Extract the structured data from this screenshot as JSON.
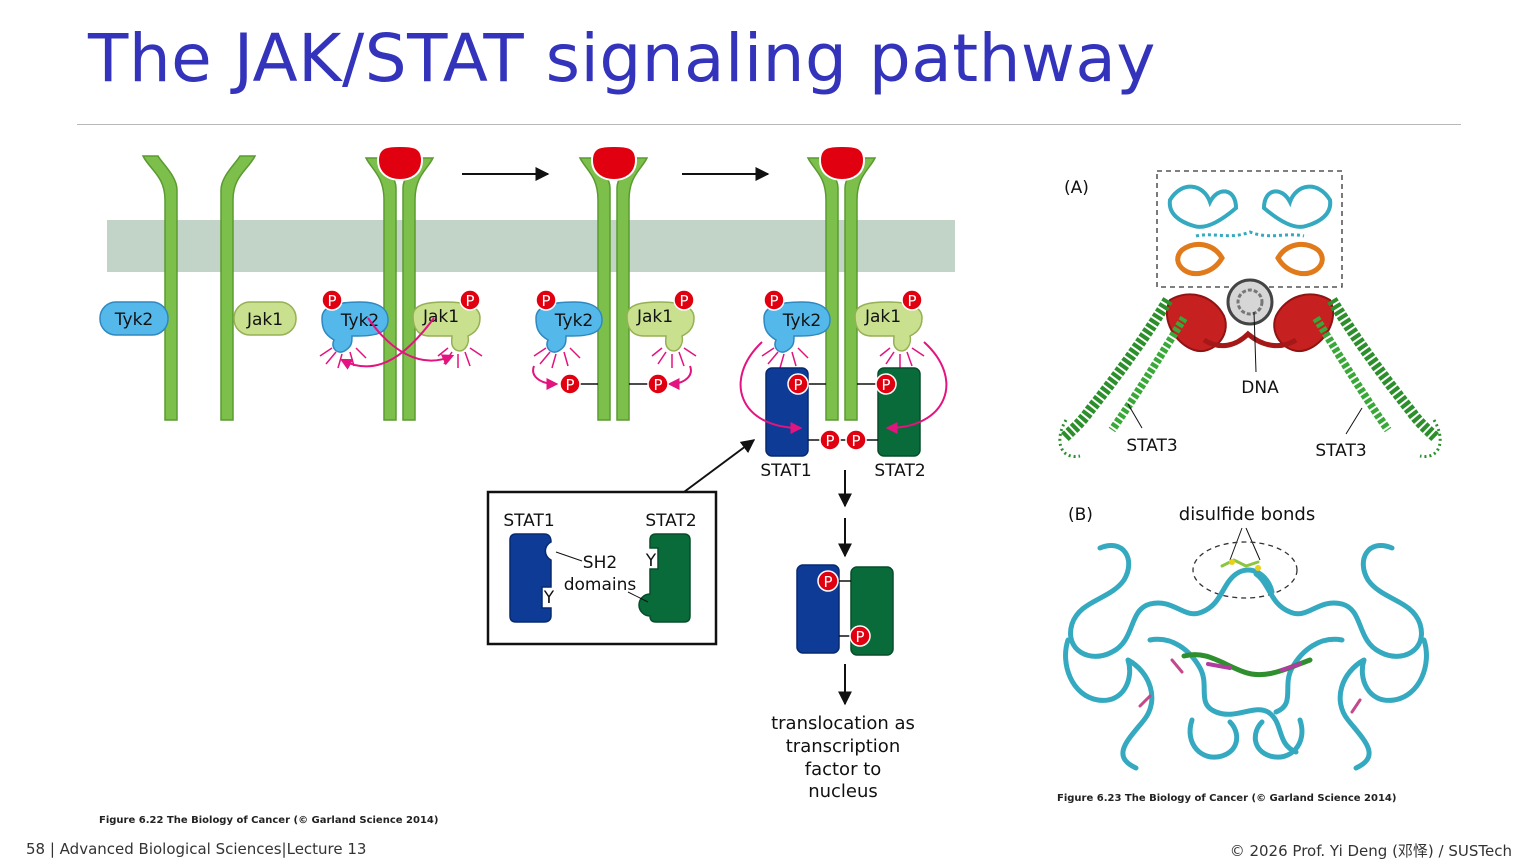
{
  "slide": {
    "title": "The JAK/STAT signaling pathway",
    "footer_left": "58 | Advanced Biological Sciences|Lecture 13",
    "footer_right": "© 2026 Prof. Yi Deng (邓怿) / SUSTech"
  },
  "figure_622": {
    "kinases": {
      "tyk2": "Tyk2",
      "jak1": "Jak1"
    },
    "phospho": "P",
    "stat1": "STAT1",
    "stat2": "STAT2",
    "inset": {
      "stat1": "STAT1",
      "stat2": "STAT2",
      "tyrosine": "Y",
      "sh2_line1": "SH2",
      "sh2_line2": "domains"
    },
    "translocation": [
      "translocation as",
      "transcription",
      "factor to",
      "nucleus"
    ],
    "caption": "Figure 6.22  The Biology of Cancer (© Garland Science 2014)"
  },
  "figure_623": {
    "panel_a": "(A)",
    "panel_b": "(B)",
    "dna": "DNA",
    "stat3_left": "STAT3",
    "stat3_right": "STAT3",
    "disulfide": "disulfide bonds",
    "caption": "Figure 6.23  The Biology of Cancer (© Garland Science 2014)"
  },
  "colors": {
    "title": "#3333bb",
    "membrane": "#c2d3c8",
    "receptor": "#7cc04b",
    "ligand": "#e0000f",
    "tyk2": "#55b8ea",
    "jak1": "#c9e08f",
    "stat1": "#0d3b96",
    "stat2": "#0a6b3a",
    "arrow_magenta": "#e3137f",
    "protein_cyan": "#34a9c0"
  }
}
